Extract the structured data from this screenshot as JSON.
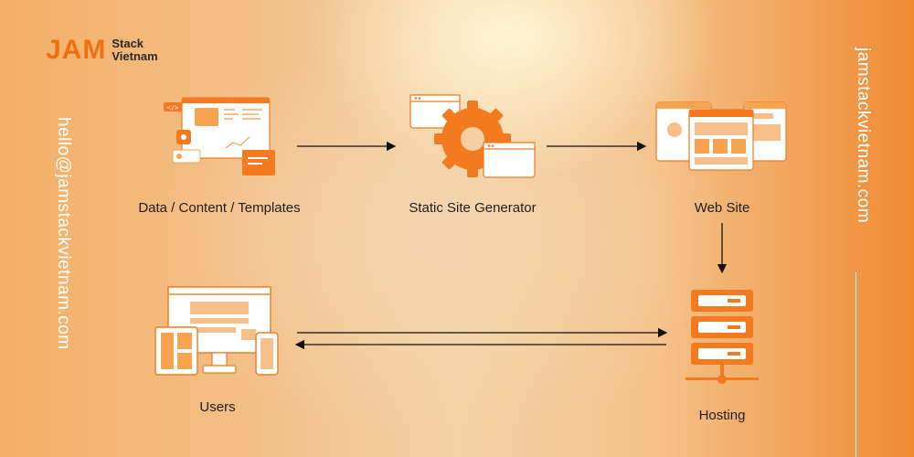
{
  "brand": {
    "name": "JAM",
    "line1": "Stack",
    "line2": "Vietnam",
    "accent_color": "#f06f13"
  },
  "side_text": {
    "left": "hello@jamstackvietnam.com",
    "right": "jamstackvietnam.com"
  },
  "nodes": {
    "data": {
      "label": "Data / Content / Templates",
      "icon": "templates-icon"
    },
    "ssg": {
      "label": "Static Site Generator",
      "icon": "gear-icon"
    },
    "website": {
      "label": "Web Site",
      "icon": "browser-windows-icon"
    },
    "hosting": {
      "label": "Hosting",
      "icon": "server-icon"
    },
    "users": {
      "label": "Users",
      "icon": "devices-icon"
    }
  },
  "edges": [
    {
      "from": "data",
      "to": "ssg"
    },
    {
      "from": "ssg",
      "to": "website"
    },
    {
      "from": "website",
      "to": "hosting"
    },
    {
      "from": "users",
      "to": "hosting"
    },
    {
      "from": "hosting",
      "to": "users"
    }
  ]
}
